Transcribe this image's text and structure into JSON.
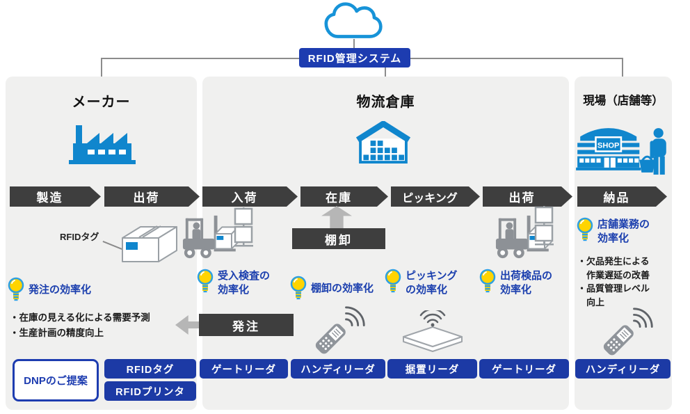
{
  "colors": {
    "accent_blue": "#1086cd",
    "royal_blue": "#1d3cb0",
    "product_blue": "#1c3aa5",
    "dark_charcoal": "#3e3e3e",
    "panel_gray": "#f0f0ef",
    "benefit_text_blue": "#1b3fae",
    "bulb_yellow": "#ffd400",
    "bulb_outline_blue": "#2da0e2",
    "icon_gray": "#8d9196"
  },
  "system": {
    "label": "RFID管理システム"
  },
  "panels": [
    {
      "title": "メーカー"
    },
    {
      "title": "物流倉庫"
    },
    {
      "title": "現場（店舗等）",
      "shop_sign": "SHOP"
    }
  ],
  "process_steps": [
    {
      "label": "製造"
    },
    {
      "label": "出荷"
    },
    {
      "label": "入荷"
    },
    {
      "label": "在庫"
    },
    {
      "label": "ピッキング"
    },
    {
      "label": "出荷"
    },
    {
      "label": "納品"
    }
  ],
  "annotations": {
    "rfid_tag_label": "RFIDタグ",
    "inventory_count": "棚卸",
    "order": "発注"
  },
  "benefits": [
    {
      "label": "発注の効率化"
    },
    {
      "label": "受入検査の効率化"
    },
    {
      "label": "棚卸の効率化"
    },
    {
      "label": "ピッキングの効率化"
    },
    {
      "label": "出荷検品の効率化"
    },
    {
      "label": "店舗業務の効率化"
    }
  ],
  "maker_notes": [
    "・在庫の見える化による需要予測",
    "・生産計画の精度向上"
  ],
  "store_notes": [
    "・欠品発生による作業遅延の改善",
    "・品質管理レベル向上"
  ],
  "proposal_label": "DNPのご提案",
  "products": [
    {
      "label": "RFIDタグ"
    },
    {
      "label": "RFIDプリンタ"
    },
    {
      "label": "ゲートリーダ"
    },
    {
      "label": "ハンディリーダ"
    },
    {
      "label": "据置リーダ"
    },
    {
      "label": "ゲートリーダ"
    },
    {
      "label": "ハンディリーダ"
    }
  ]
}
